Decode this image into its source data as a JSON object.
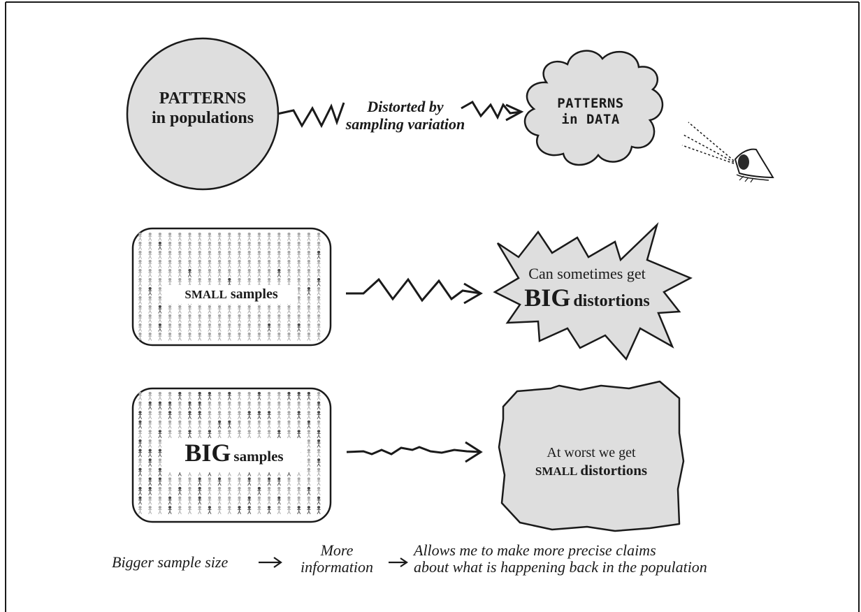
{
  "top_row": {
    "population_line1": "PATTERNS",
    "population_line2": "in populations",
    "distortion_line1": "Distorted by",
    "distortion_line2": "sampling variation",
    "data_line1": "PATTERNS",
    "data_line2": "in DATA"
  },
  "small_row": {
    "sample_label_word": "SMALL",
    "sample_label_rest": "samples",
    "result_line1": "Can sometimes get",
    "result_big": "BIG",
    "result_rest": "distortions"
  },
  "big_row": {
    "sample_label_word": "BIG",
    "sample_label_rest": "samples",
    "result_line1": "At worst we get",
    "result_small": "SMALL",
    "result_rest": "distortions"
  },
  "footer": {
    "step1": "Bigger sample size",
    "step2_line1": "More",
    "step2_line2": "information",
    "step3_line1": "Allows me to make more precise claims",
    "step3_line2": "about what is happening back in the population"
  },
  "colors": {
    "fill_grey": "#dedede",
    "person_light": "#a8a8a8",
    "person_dark": "#4a4a4a",
    "stroke": "#1a1a1a"
  }
}
